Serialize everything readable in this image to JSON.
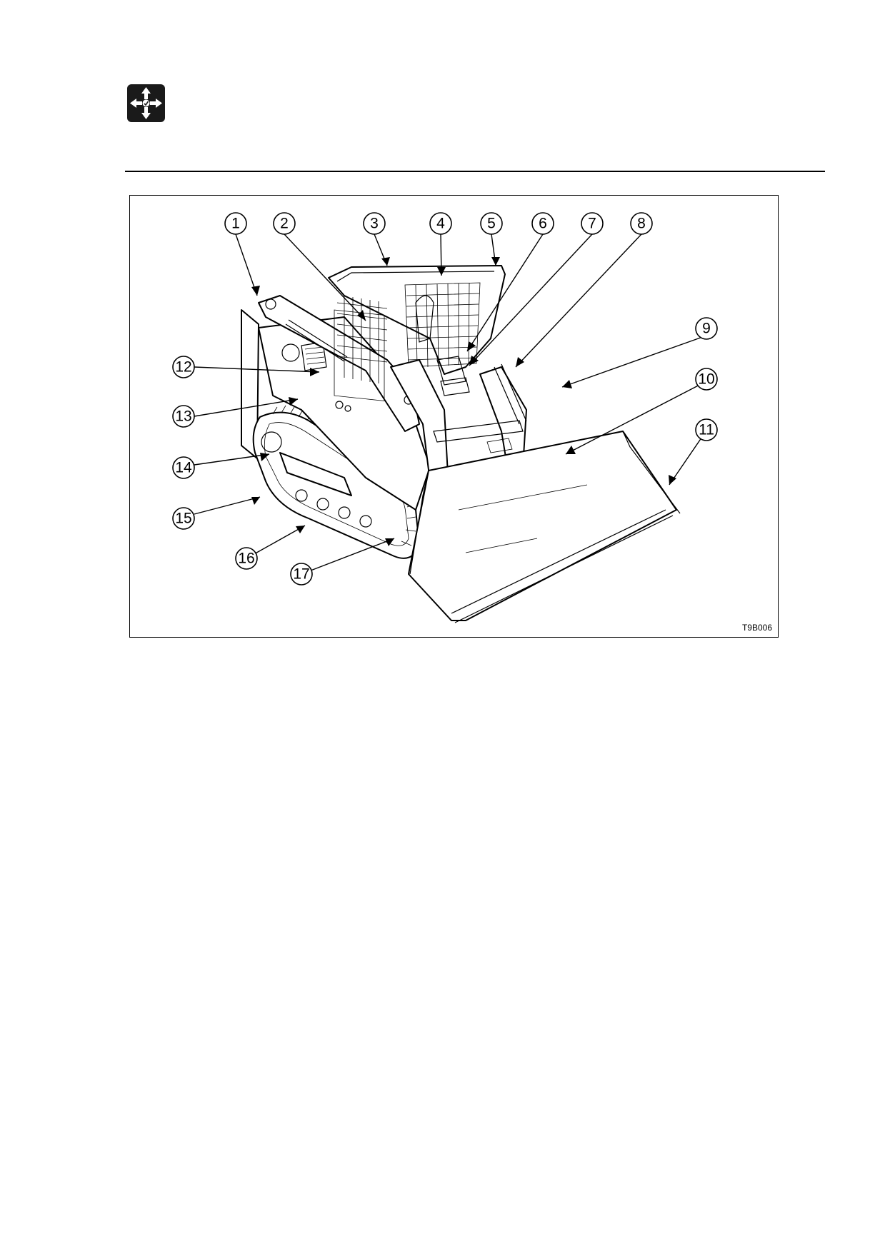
{
  "header": {
    "icon": "move-arrows-icon"
  },
  "figure": {
    "code": "T9B006",
    "callouts": [
      "1",
      "2",
      "3",
      "4",
      "5",
      "6",
      "7",
      "8",
      "9",
      "10",
      "11",
      "12",
      "13",
      "14",
      "15",
      "16",
      "17"
    ]
  }
}
